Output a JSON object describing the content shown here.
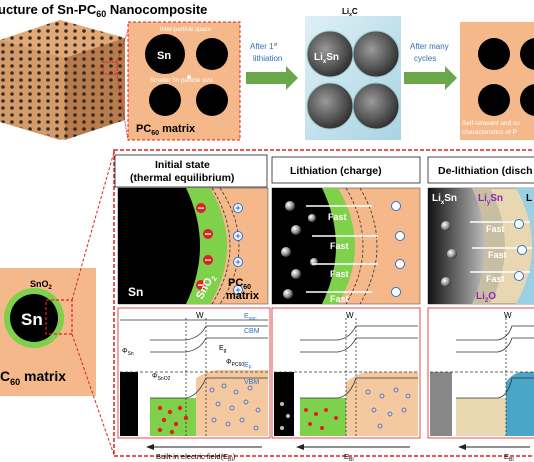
{
  "title": "ucture of Sn-PC",
  "title_sub": "60",
  "title_tail": " Nanocomposite",
  "panel_matrix": {
    "sn_label": "Sn",
    "inter_particle": "Inter-particle space",
    "smaller_sn": "Smaller Sn particle size",
    "matrix_label": "PC",
    "matrix_sub": "60",
    "matrix_tail": " matrix"
  },
  "arrow1": {
    "line1": "After 1",
    "sup": "st",
    "line2": "lithiation"
  },
  "panel_lithiated": {
    "li_c": "Li",
    "li_c_sub": "x",
    "li_c_tail": "C",
    "li_sn": "Li",
    "li_sn_sub": "x",
    "li_sn_tail": "Sn"
  },
  "arrow2": {
    "line1": "After many",
    "line2": "cycles"
  },
  "panel_cycles": {
    "line1": "Self-relaxant and su",
    "line2": "characteristics of P"
  },
  "particle_inset": {
    "sno2": "SnO",
    "sno2_sub": "2",
    "sn": "Sn",
    "matrix": "C",
    "matrix_sub": "60",
    "matrix_tail": " matrix"
  },
  "col1": {
    "header_line1": "Initial state",
    "header_line2": "(thermal equilibrium)",
    "sn": "Sn",
    "sno2": "SnO",
    "sno2_sub": "2",
    "pc60": "PC",
    "pc60_sub": "60",
    "matrix": "matrix",
    "band": {
      "w": "W",
      "evac": "E",
      "evac_sub": "vac",
      "cbm": "CBM",
      "ef": "E",
      "ef_sub": "F",
      "vbm": "VBM",
      "eg": "E",
      "eg_sub": "g",
      "phi_sn": "Φ",
      "phi_sn_sub": "Sn",
      "phi_sno2": "Φ",
      "phi_sno2_sub": "SnO2",
      "phi_pc": "Φ",
      "phi_pc_sub": "PC60"
    },
    "field_label": "Built-in electric field(E",
    "field_sub": "BI",
    "field_tail": ")"
  },
  "col2": {
    "header": "Lithiation (charge)",
    "fast": [
      "Fast",
      "Fast",
      "Fast",
      "Fast"
    ],
    "w": "W",
    "field": "E",
    "field_sub": "BI"
  },
  "col3": {
    "header": "De-lithiation (disch",
    "lixsn": "Li",
    "lixsn_sub": "x",
    "lixsn_tail": "Sn",
    "lysn": "Li",
    "lysn_sub": "y",
    "lysn_tail": "Sn",
    "li2o": "Li",
    "li2o_sub": "2",
    "li2o_tail": "O",
    "l": "L",
    "fast": [
      "Fast",
      "Fast",
      "Fast"
    ],
    "w": "W",
    "field": "E",
    "field_sub": "BI"
  },
  "colors": {
    "sn_black": "#000000",
    "sno2_green": "#7fd04a",
    "matrix_orange": "#f4b88a",
    "dashed_red": "#e02020",
    "ion_blue": "#2f6fd0",
    "ion_red": "#e02020",
    "lithiated_blue": "#bfe0ec"
  }
}
